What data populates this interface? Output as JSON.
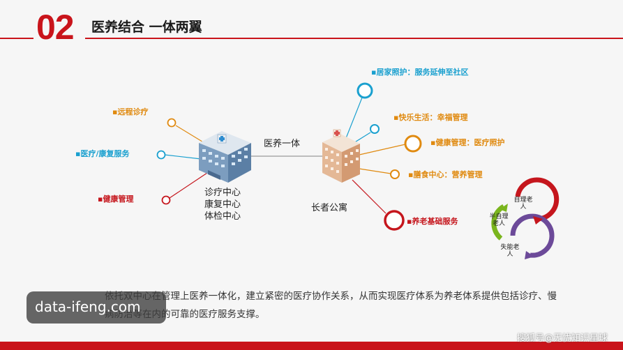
{
  "header": {
    "number": "02",
    "title": "医养结合 一体两翼"
  },
  "left_items": [
    {
      "label": "▪远程诊疗"
    },
    {
      "label": "▪医疗/康复服务"
    },
    {
      "label": "▪健康管理"
    }
  ],
  "hospital": {
    "lines": [
      "诊疗中心",
      "康复中心",
      "体检中心"
    ]
  },
  "link_label": "医养一体",
  "apartment": {
    "label": "长者公寓"
  },
  "right_items": [
    {
      "label": "▪居家照护：服务延伸至社区"
    },
    {
      "label": "▪快乐生活：幸福管理"
    },
    {
      "label": "▪健康管理：医疗照护"
    },
    {
      "label": "▪膳食中心：营养管理"
    },
    {
      "label": "▪养老基础服务"
    }
  ],
  "cycle": {
    "items": [
      "自理老人",
      "半自理老人",
      "失能老人"
    ]
  },
  "description": "依托双中心在管理上医养一体化，建立紧密的医疗协作关系，从而实现医疗体系为养老体系提供包括诊疗、慢病防治等在内的可靠的医疗服务支撑。",
  "watermark": "data-ifeng.com",
  "source": "搜狐号@无忧知识星球",
  "colors": {
    "accent": "#c9141b",
    "orange": "#e08a10",
    "blue": "#1aa0cf",
    "red": "#c5161d",
    "green": "#7ab51d",
    "purple": "#6c4a99"
  }
}
